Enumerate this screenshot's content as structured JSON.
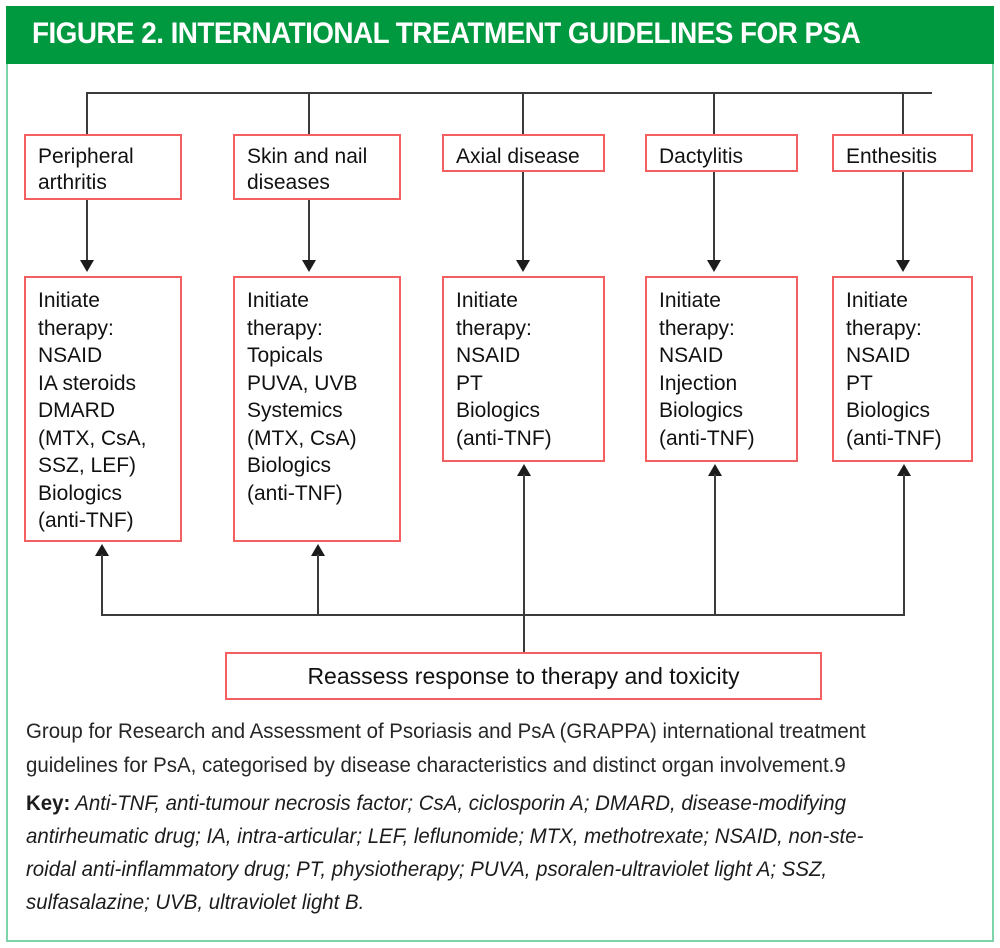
{
  "header": {
    "title": "FIGURE 2. INTERNATIONAL TREATMENT GUIDELINES FOR PSA",
    "background_color": "#00993f",
    "text_color": "#ffffff"
  },
  "colors": {
    "box_border": "#f4605f",
    "connector": "#3b3b3b",
    "frame": "#7fd3ab",
    "banner_green": "#00993f"
  },
  "diagram": {
    "type": "flowchart",
    "categories": [
      {
        "id": "peripheral-arthritis",
        "label": "Peripheral\narthritis"
      },
      {
        "id": "skin-and-nail-diseases",
        "label": "Skin and nail\ndiseases"
      },
      {
        "id": "axial-disease",
        "label": "Axial disease"
      },
      {
        "id": "dactylitis",
        "label": "Dactylitis"
      },
      {
        "id": "enthesitis",
        "label": "Enthesitis"
      }
    ],
    "treatments": [
      {
        "id": "treatment-peripheral-arthritis",
        "label": "Initiate\ntherapy:\nNSAID\nIA steroids\nDMARD\n(MTX, CsA,\nSSZ, LEF)\nBiologics\n(anti-TNF)"
      },
      {
        "id": "treatment-skin-and-nail-diseases",
        "label": "Initiate\ntherapy:\nTopicals\nPUVA, UVB\nSystemics\n(MTX, CsA)\nBiologics\n(anti-TNF)"
      },
      {
        "id": "treatment-axial-disease",
        "label": "Initiate\ntherapy:\nNSAID\nPT\nBiologics\n(anti-TNF)"
      },
      {
        "id": "treatment-dactylitis",
        "label": "Initiate\ntherapy:\nNSAID\nInjection\nBiologics\n(anti-TNF)"
      },
      {
        "id": "treatment-enthesitis",
        "label": "Initiate\ntherapy:\nNSAID\nPT\nBiologics\n(anti-TNF)"
      }
    ],
    "reassess": {
      "id": "reassess-response",
      "label": "Reassess response to therapy and toxicity"
    }
  },
  "caption": {
    "line1": "Group for Research and Assessment of Psoriasis and PsA (GRAPPA) international treatment",
    "line2": "guidelines for PsA, categorised by disease characteristics and distinct organ involvement.9"
  },
  "key": {
    "label": "Key:",
    "line1": "Anti-TNF, anti-tumour necrosis factor; CsA, ciclosporin A; DMARD, disease-modifying",
    "line2": "antirheumatic drug; IA, intra-articular; LEF, leflunomide; MTX, methotrexate; NSAID, non-ste-",
    "line3": "roidal anti-inflammatory drug; PT, physiotherapy; PUVA, psoralen-ultraviolet light A; SSZ,",
    "line4": "sulfasalazine; UVB, ultraviolet light B."
  }
}
